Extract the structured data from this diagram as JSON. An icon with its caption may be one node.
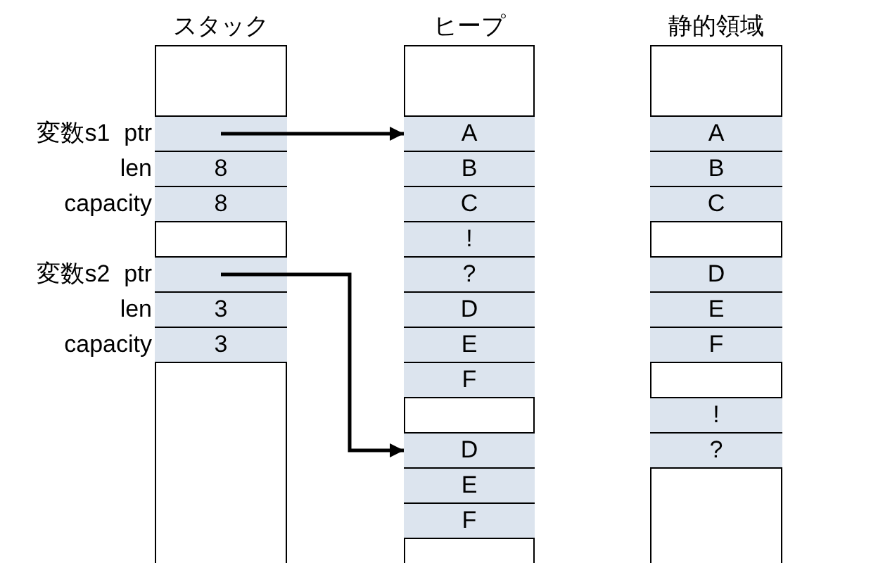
{
  "diagram": {
    "nodes": [
      {
        "text": [
          "スタック"
        ]
      },
      {
        "text": [],
        "shape": "box",
        "in": 0,
        "beside": [
          "変数s1",
          "ptr"
        ]
      },
      {
        "text": [
          "8"
        ],
        "in": 0,
        "beside": [
          "len"
        ]
      },
      {
        "text": [
          "8"
        ],
        "in": 0,
        "beside": [
          "capacity"
        ]
      },
      {
        "text": [],
        "shape": "box",
        "in": 0,
        "beside": [
          "変数s2",
          "ptr"
        ]
      },
      {
        "text": [
          "3"
        ],
        "in": 0,
        "beside": [
          "len"
        ]
      },
      {
        "text": [
          "3"
        ],
        "in": 0,
        "beside": [
          "capacity"
        ]
      },
      {
        "text": [
          "ヒープ"
        ]
      },
      {
        "text": [
          "A"
        ],
        "in": 7
      },
      {
        "text": [
          "B"
        ],
        "in": 7
      },
      {
        "text": [
          "C"
        ],
        "in": 7
      },
      {
        "text": [
          "!"
        ],
        "in": 7
      },
      {
        "text": [
          "?"
        ],
        "in": 7
      },
      {
        "text": [
          "D"
        ],
        "in": 7
      },
      {
        "text": [
          "E"
        ],
        "in": 7
      },
      {
        "text": [
          "F"
        ],
        "in": 7
      },
      {
        "text": [
          "D"
        ],
        "in": 7
      },
      {
        "text": [
          "E"
        ],
        "in": 7
      },
      {
        "text": [
          "F"
        ],
        "in": 7
      },
      {
        "text": [
          "静的領域"
        ]
      },
      {
        "text": [
          "A"
        ],
        "in": 19
      },
      {
        "text": [
          "B"
        ],
        "in": 19
      },
      {
        "text": [
          "C"
        ],
        "in": 19
      },
      {
        "text": [
          "D"
        ],
        "in": 19
      },
      {
        "text": [
          "E"
        ],
        "in": 19
      },
      {
        "text": [
          "F"
        ],
        "in": 19
      },
      {
        "text": [
          "!"
        ],
        "in": 19
      },
      {
        "text": [
          "?"
        ],
        "in": 19
      }
    ],
    "edges": [
      {
        "from": 1,
        "to": 8,
        "arrow": "to"
      },
      {
        "from": 4,
        "to": 16,
        "arrow": "to"
      }
    ]
  }
}
